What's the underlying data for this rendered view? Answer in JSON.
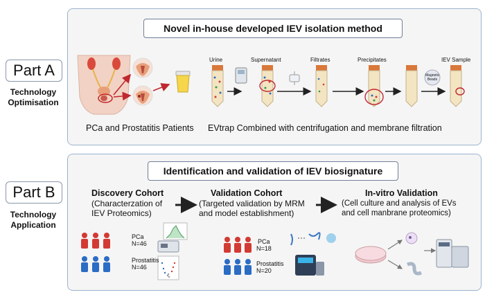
{
  "partA": {
    "label": "Part A",
    "side_title": "Technology\nOptimisation",
    "title": "Novel in-house developed IEV isolation method",
    "patients_caption": "PCa and Prostatitis Patients",
    "method_caption": "EVtrap Combined with centrifugation and membrane filtration",
    "steps": [
      "Urine",
      "Supernatant",
      "Filtrates",
      "Precipitates",
      "IEV Sample"
    ],
    "magnetic_label": "Magnetic\nBeads"
  },
  "partB": {
    "label": "Part B",
    "side_title": "Technology\nApplication",
    "title": "Identification and validation of  IEV biosignature",
    "discovery": {
      "title": "Discovery Cohort",
      "sub": "(Characterzation of\nIEV Proteomics)",
      "pca_label": "PCa",
      "pca_n": "N=46",
      "prost_label": "Prostatitis",
      "prost_n": "N=46"
    },
    "validation": {
      "title": "Validation Cohort",
      "sub": "(Targeted validation by MRM\nand model establishment)",
      "pca_label": "PCa",
      "pca_n": "N=18",
      "prost_label": "Prostatitis",
      "prost_n": "N=20"
    },
    "invitro": {
      "title": "In-vitro Validation",
      "sub": "(Cell culture and  analysis of EVs\nand cell manbrane proteomics)"
    }
  },
  "colors": {
    "panel_border": "#9bb3cf",
    "panel_fill": "#f5f5f5",
    "person_red": "#d23a34",
    "person_blue": "#2b6cc4",
    "arrow_red": "#c0282f",
    "tube_cap": "#d9783a",
    "tube_body": "#f3e4c2"
  }
}
